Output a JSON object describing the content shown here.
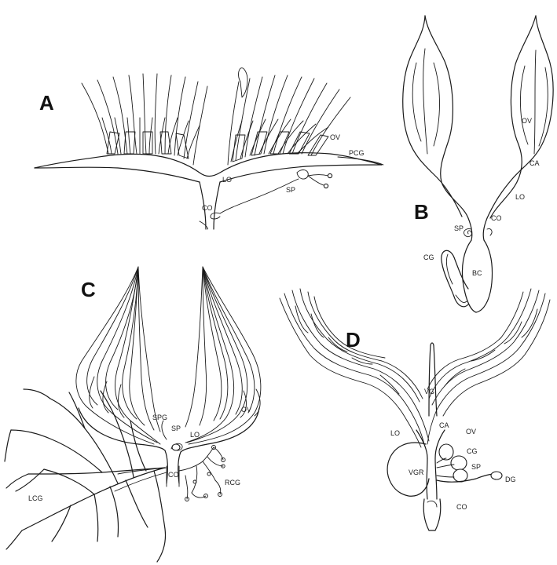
{
  "panels": {
    "A": {
      "letter": "A",
      "labels": {
        "ov": "OV",
        "pcg": "PCG",
        "lo": "LO",
        "sp": "SP",
        "co": "CO"
      }
    },
    "B": {
      "letter": "B",
      "labels": {
        "ov": "OV",
        "ca": "CA",
        "lo": "LO",
        "sp": "SP",
        "co": "CO",
        "cg": "CG",
        "bc": "BC"
      }
    },
    "C": {
      "letter": "C",
      "labels": {
        "spg": "SPG",
        "sp": "SP",
        "lo": "LO",
        "ov": "OV",
        "co": "CO",
        "rcg": "RCG",
        "lcg": "LCG"
      }
    },
    "D": {
      "letter": "D",
      "labels": {
        "vg": "VG",
        "lo": "LO",
        "ca": "CA",
        "ov": "OV",
        "cg": "CG",
        "vgr": "VGR",
        "sp": "SP",
        "dg": "DG",
        "co": "CO"
      }
    }
  },
  "colors": {
    "ink": "#1a1a1a",
    "background": "#ffffff"
  }
}
